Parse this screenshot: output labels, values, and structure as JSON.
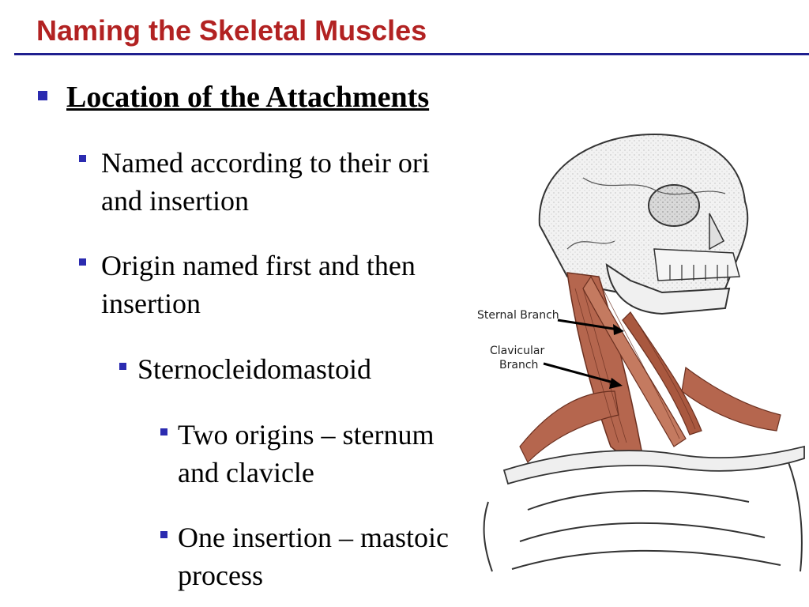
{
  "slide": {
    "title": "Naming the Skeletal Muscles",
    "heading": "Location of the Attachments",
    "bullets": [
      {
        "line1": "Named according to their ori",
        "line2": "and insertion"
      },
      {
        "line1": "Origin named first and then",
        "line2": "insertion"
      },
      {
        "line1": "Sternocleidomastoid"
      },
      {
        "line1": "Two origins – sternum",
        "line2": "and clavicle"
      },
      {
        "line1": "One insertion – mastoic",
        "line2": "process"
      }
    ]
  },
  "figure": {
    "label_sternal": "Sternal Branch",
    "label_clavicular_1": "Clavicular",
    "label_clavicular_2": "Branch"
  },
  "colors": {
    "title": "#b22222",
    "rule": "#1f1f8f",
    "bullet": "#2b2bb0",
    "muscle": "#b5664e"
  }
}
